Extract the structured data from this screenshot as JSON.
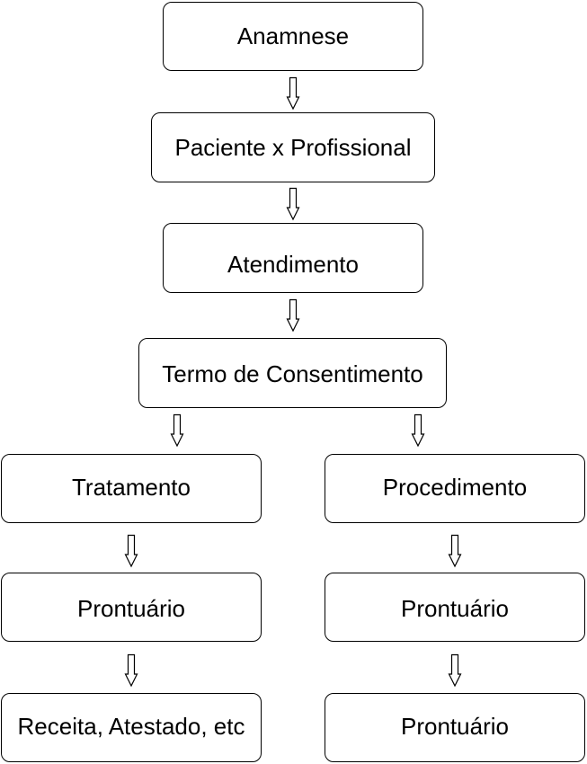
{
  "diagram": {
    "type": "flowchart",
    "nodes": {
      "anamnese": "Anamnese",
      "paciente_profissional": "Paciente x Profissional",
      "atendimento": "Atendimento",
      "termo": "Termo de Consentimento",
      "tratamento": "Tratamento",
      "procedimento": "Procedimento",
      "prontuario_left": "Prontuário",
      "prontuario_right": "Prontuário",
      "receita": "Receita, Atestado, etc",
      "prontuario_right_bottom": "Prontuário"
    },
    "edges": [
      {
        "from": "Anamnese",
        "to": "Paciente x Profissional"
      },
      {
        "from": "Paciente x Profissional",
        "to": "Atendimento"
      },
      {
        "from": "Atendimento",
        "to": "Termo de Consentimento"
      },
      {
        "from": "Termo de Consentimento",
        "to": "Tratamento"
      },
      {
        "from": "Termo de Consentimento",
        "to": "Procedimento"
      },
      {
        "from": "Tratamento",
        "to": "Prontuário"
      },
      {
        "from": "Procedimento",
        "to": "Prontuário"
      },
      {
        "from": "Prontuário",
        "to": "Receita, Atestado, etc"
      },
      {
        "from": "Prontuário",
        "to": "Prontuário"
      }
    ]
  },
  "colors": {
    "stroke": "#000000",
    "fill": "#ffffff",
    "text": "#000000"
  }
}
